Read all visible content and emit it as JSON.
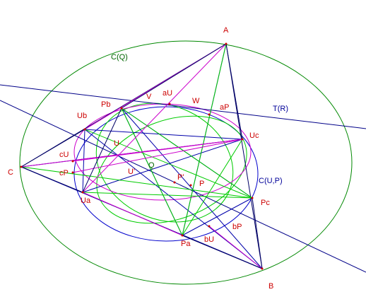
{
  "labels": {
    "A": "A",
    "B": "B",
    "C": "C",
    "CQ": "C(Q)",
    "TR": "T(R)",
    "CUP": "C(U,P)",
    "Pa": "Pa",
    "Pb": "Pb",
    "Pc": "Pc",
    "Ua": "Ua",
    "Ub": "Ub",
    "Uc": "Uc",
    "aU": "aU",
    "aP": "aP",
    "bU": "bU",
    "bP": "bP",
    "cU": "cU",
    "cP": "cP",
    "U": "U",
    "Uprime": "U'",
    "P": "P",
    "Pprime": "P'",
    "Q": "Q",
    "V": "V",
    "W": "W"
  },
  "colors": {
    "triangle": "#000066",
    "blue_lines": "#0000cc",
    "green": "#00cc00",
    "dark_green": "#008800",
    "magenta": "#cc00cc",
    "label_red": "#cc0000",
    "label_blue": "#000099",
    "label_green": "#006600"
  }
}
